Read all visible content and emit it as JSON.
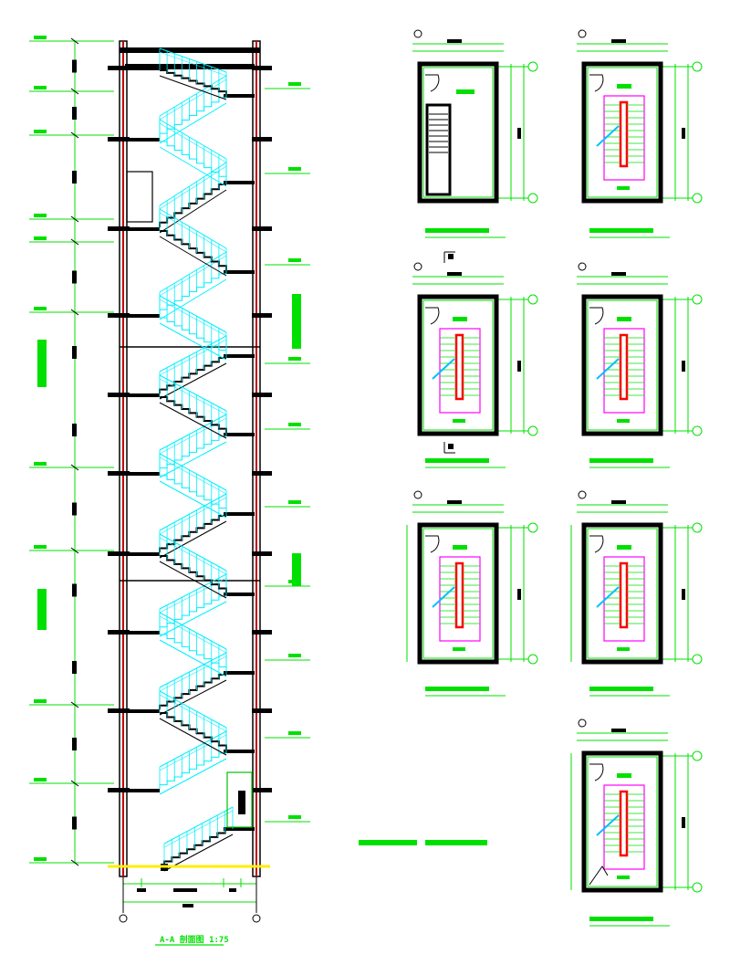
{
  "section": {
    "caption": "A-A 剖面图  1:75",
    "level_marks_left": [
      "",
      "",
      "",
      "",
      "",
      "",
      "",
      "",
      "",
      "",
      "",
      "",
      "",
      "",
      "",
      "",
      "",
      "",
      "",
      ""
    ],
    "level_marks_right": [
      "",
      "",
      "",
      "",
      "",
      "",
      "",
      "",
      "",
      "",
      "",
      ""
    ],
    "dims_bottom": [
      "",
      "",
      "",
      ""
    ],
    "floors": 10
  },
  "plans": [
    {
      "caption": "",
      "kind": "roof"
    },
    {
      "caption": "",
      "kind": "typical"
    },
    {
      "caption": "",
      "kind": "typical"
    },
    {
      "caption": "",
      "kind": "typical"
    },
    {
      "caption": "",
      "kind": "typical"
    },
    {
      "caption": "",
      "kind": "typical"
    },
    {
      "caption": "",
      "kind": "ground"
    }
  ],
  "note": [
    "",
    ""
  ],
  "colors": {
    "dim": "#00e000",
    "stair": "#00f0ff",
    "wall": "#000000",
    "column": "#c00000",
    "rail": "#ff00ff",
    "handrail": "#ff0000",
    "ground": "#ffee00",
    "stair_plan": "#00c0ff"
  }
}
